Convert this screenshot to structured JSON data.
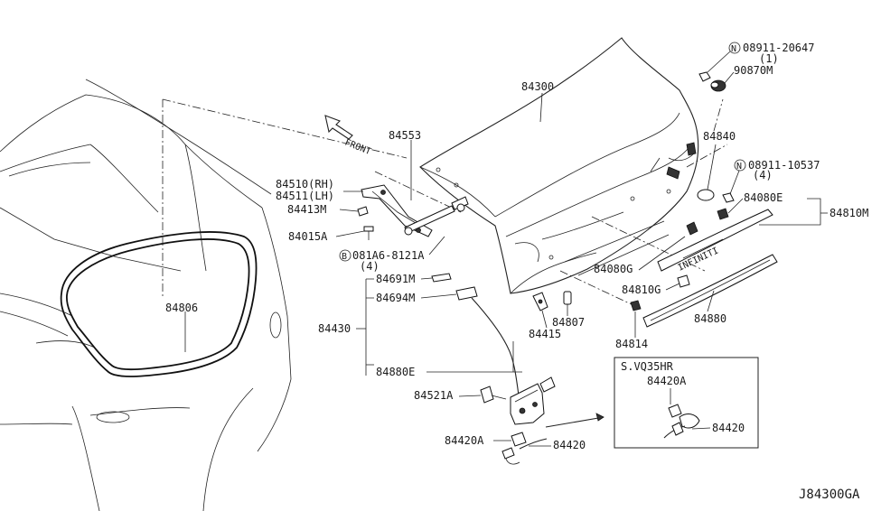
{
  "diagram_ref": "J84300GA",
  "front_label": "FRONT",
  "inset": {
    "title": "S.VQ35HR",
    "labels": [
      "84420A",
      "84420"
    ]
  },
  "labels": {
    "p84300": "84300",
    "p84553": "84553",
    "p84510": "84510(RH)",
    "p84511": "84511(LH)",
    "p84413M": "84413M",
    "p84015A": "84015A",
    "p84806": "84806",
    "p08911a": "08911-20647",
    "p08911a_qty": "(1)",
    "p90870M": "90870M",
    "p84840": "84840",
    "p08911b": "08911-10537",
    "p08911b_qty": "(4)",
    "p84080E": "84080E",
    "p84810M": "84810M",
    "p081A6": "081A6-8121A",
    "p081A6_qty": "(4)",
    "p84080G": "84080G",
    "p84691M": "84691M",
    "p84694M": "84694M",
    "p84810G": "84810G",
    "p84430": "84430",
    "p84807": "84807",
    "p84415": "84415",
    "p84880": "84880",
    "p84814": "84814",
    "p84880E": "84880E",
    "p84521A": "84521A",
    "p84420A": "84420A",
    "p84420": "84420"
  },
  "symbols": {
    "N": "N",
    "B": "B"
  },
  "emblem_text": "INFINITI"
}
